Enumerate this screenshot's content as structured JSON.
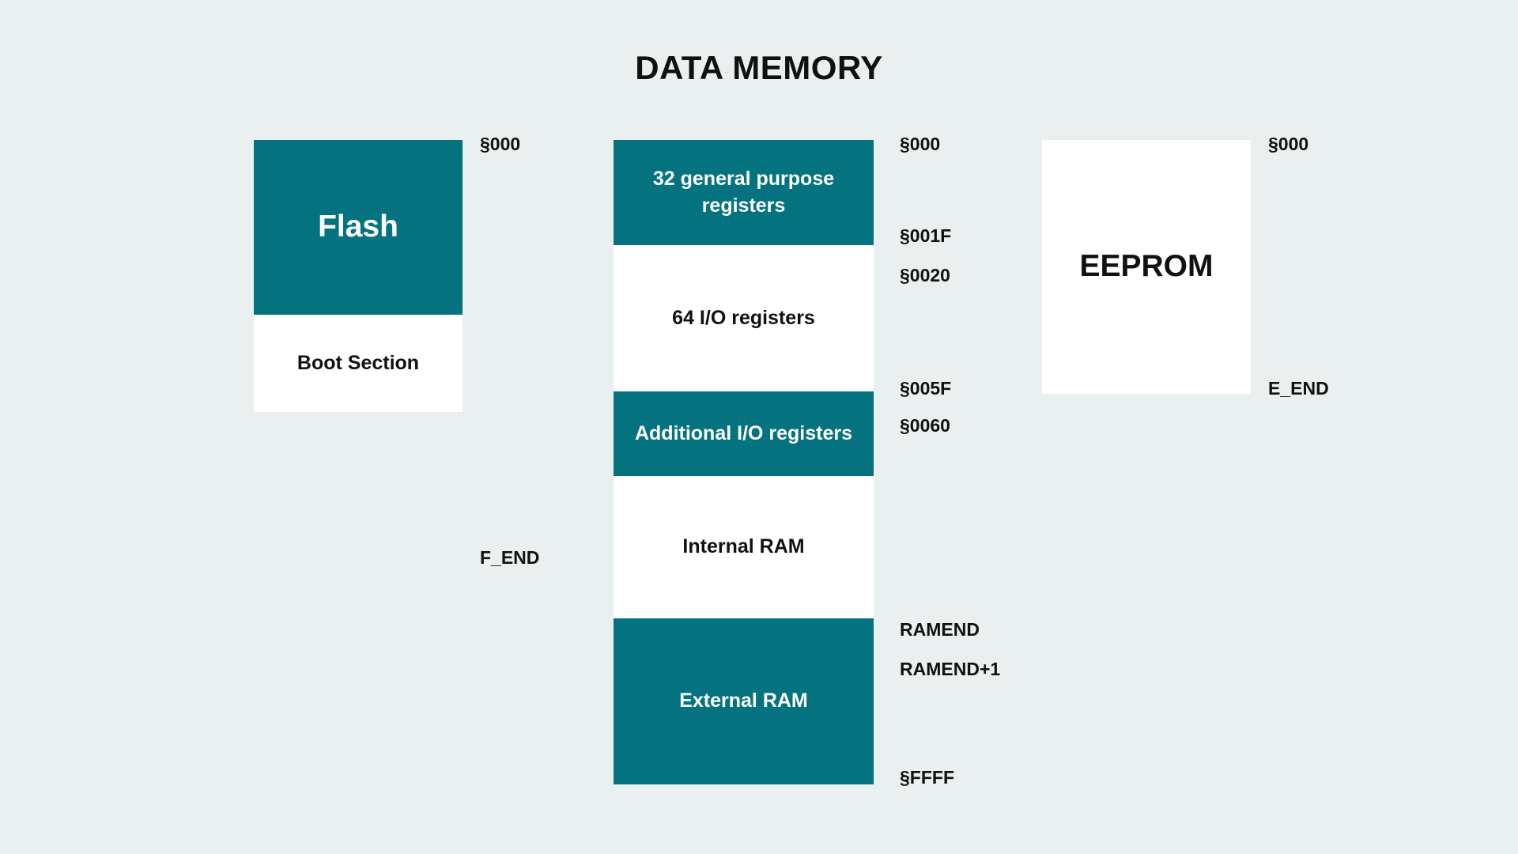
{
  "title": "DATA MEMORY",
  "colors": {
    "background": "#eaf0f0",
    "teal": "#04737f",
    "white": "#ffffff",
    "text_dark": "#111111",
    "text_light": "#ffffff"
  },
  "columns": [
    {
      "name": "flash",
      "blocks": [
        {
          "label": "Flash",
          "fill": "teal",
          "emphasis": "big"
        },
        {
          "label": "Boot Section",
          "fill": "white",
          "emphasis": "normal"
        }
      ],
      "addresses": [
        {
          "label": "§000"
        },
        {
          "label": "F_END"
        }
      ]
    },
    {
      "name": "data-memory",
      "blocks": [
        {
          "label": "32 general purpose registers",
          "fill": "teal",
          "emphasis": "normal"
        },
        {
          "label": "64 I/O registers",
          "fill": "white",
          "emphasis": "normal"
        },
        {
          "label": "Additional I/O registers",
          "fill": "teal",
          "emphasis": "normal"
        },
        {
          "label": "Internal RAM",
          "fill": "white",
          "emphasis": "normal"
        },
        {
          "label": "External RAM",
          "fill": "teal",
          "emphasis": "normal"
        }
      ],
      "addresses": [
        {
          "label": "§000"
        },
        {
          "label": "§001F"
        },
        {
          "label": "§0020"
        },
        {
          "label": "§005F"
        },
        {
          "label": "§0060"
        },
        {
          "label": "RAMEND"
        },
        {
          "label": "RAMEND+1"
        },
        {
          "label": "§FFFF"
        }
      ]
    },
    {
      "name": "eeprom",
      "blocks": [
        {
          "label": "EEPROM",
          "fill": "white",
          "emphasis": "big"
        }
      ],
      "addresses": [
        {
          "label": "§000"
        },
        {
          "label": "E_END"
        }
      ]
    }
  ]
}
